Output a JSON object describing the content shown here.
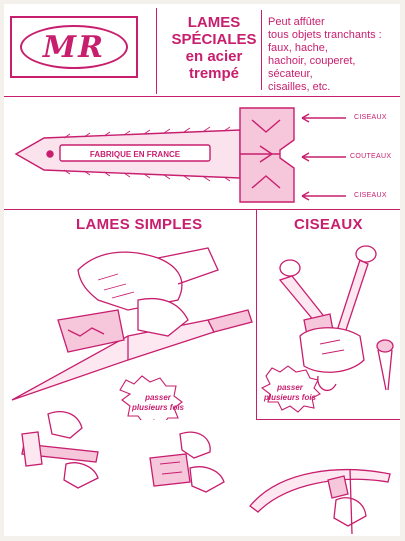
{
  "logo": {
    "text": "MR"
  },
  "title": {
    "line1": "LAMES",
    "line2": "SPÉCIALES",
    "line3": "en acier",
    "line4": "trempé"
  },
  "description": {
    "lines": [
      "Peut affûter",
      "tous objets tranchants :",
      "faux, hache,",
      "hachoir, couperet,",
      "sécateur,",
      "cisailles, etc."
    ]
  },
  "tool": {
    "handle_text": "FABRIQUE EN FRANCE",
    "label_top": "CISEAUX",
    "label_middle": "COUTEAUX",
    "label_bottom": "CISEAUX"
  },
  "sections": {
    "left_heading": "LAMES SIMPLES",
    "right_heading": "CISEAUX",
    "bubble_left_line1": "passer",
    "bubble_left_line2": "plusieurs fois",
    "bubble_right_line1": "passer",
    "bubble_right_line2": "plusieurs fois"
  },
  "colors": {
    "accent": "#c81e6e",
    "background": "#ffffff"
  }
}
